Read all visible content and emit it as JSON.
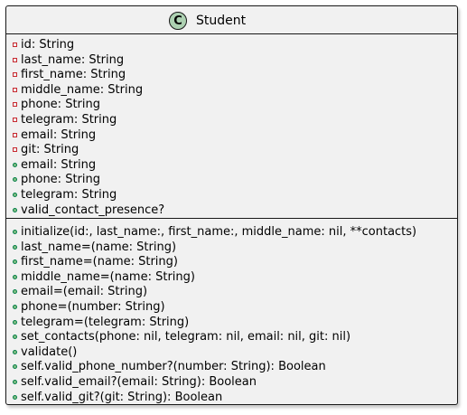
{
  "class": {
    "stereotype_letter": "C",
    "name": "Student",
    "attributes": [
      {
        "visibility": "private",
        "text": "id: String"
      },
      {
        "visibility": "private",
        "text": "last_name: String"
      },
      {
        "visibility": "private",
        "text": "first_name: String"
      },
      {
        "visibility": "private",
        "text": "middle_name: String"
      },
      {
        "visibility": "private",
        "text": "phone: String"
      },
      {
        "visibility": "private",
        "text": "telegram: String"
      },
      {
        "visibility": "private",
        "text": "email: String"
      },
      {
        "visibility": "private",
        "text": "git: String"
      },
      {
        "visibility": "public",
        "text": "email: String"
      },
      {
        "visibility": "public",
        "text": "phone: String"
      },
      {
        "visibility": "public",
        "text": "telegram: String"
      },
      {
        "visibility": "public",
        "text": "valid_contact_presence?"
      }
    ],
    "methods": [
      {
        "visibility": "public",
        "text": "initialize(id:, last_name:, first_name:, middle_name: nil, **contacts)"
      },
      {
        "visibility": "public",
        "text": "last_name=(name: String)"
      },
      {
        "visibility": "public",
        "text": "first_name=(name: String)"
      },
      {
        "visibility": "public",
        "text": "middle_name=(name: String)"
      },
      {
        "visibility": "public",
        "text": "email=(email: String)"
      },
      {
        "visibility": "public",
        "text": "phone=(number: String)"
      },
      {
        "visibility": "public",
        "text": "telegram=(telegram: String)"
      },
      {
        "visibility": "public",
        "text": "set_contacts(phone: nil, telegram: nil, email: nil, git: nil)"
      },
      {
        "visibility": "public",
        "text": "validate()"
      },
      {
        "visibility": "public",
        "text": "self.valid_phone_number?(number: String): Boolean"
      },
      {
        "visibility": "public",
        "text": "self.valid_email?(email: String): Boolean"
      },
      {
        "visibility": "public",
        "text": "self.valid_git?(git: String): Boolean"
      }
    ]
  },
  "colors": {
    "box_fill": "#f1f1f1",
    "border": "#181818",
    "class_circle": "#add1b2",
    "private_marker": "#c82930",
    "public_marker_fill": "#84be84",
    "public_marker_border": "#038048"
  }
}
